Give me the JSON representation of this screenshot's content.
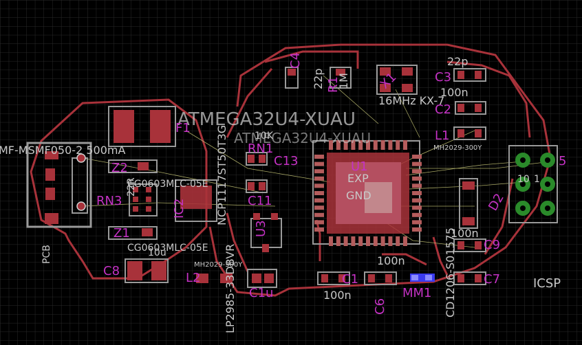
{
  "labels": {
    "mcu_name": "ATMEGA32U4-XUAU",
    "mcu_value": "ATMEGA32U4-XUAU",
    "u1": "U1",
    "exp": "EXP",
    "gnd": "GND",
    "x1": "X1",
    "crystal": "16MHz KX-7",
    "c4": "C4",
    "c4_val": "22p",
    "r1": "R1",
    "r1_val": "1M",
    "c3": "C3",
    "c3_val": "22p",
    "c2": "C2",
    "c2_val": "100n",
    "l1": "L1",
    "l1_val": "MH2029-300Y",
    "f1": "F1",
    "fuse_val": "MF-MSMF050-2 500mA",
    "z2": "Z2",
    "z2_val": "CG0603MLC-05E",
    "rn1": "RN1",
    "rn1_val": "10K",
    "c13": "C13",
    "c11": "C11",
    "rn3": "RN3",
    "rn3_val": "22R",
    "ic2": "IC2",
    "ic2_val": "NCP1117ST50T3G",
    "z1": "Z1",
    "z1_val": "CG0603MLC-05E",
    "u3": "U3",
    "u3_val": "LP2985-33DBVR",
    "c8": "C8",
    "c8_val": "10u",
    "l2": "L2",
    "l2_val": "MH2029-300Y",
    "c1u": "C1u",
    "c1": "C1",
    "c1_val": "100n",
    "c6": "C6",
    "c6_val": "100n",
    "c9": "C9",
    "c9_val": "100n",
    "c7": "C7",
    "d2": "D2",
    "d2_val": "CD1206-S01575",
    "mm1": "MM1",
    "icsp": "ICSP",
    "icsp_val": "10",
    "pcb": "PCB",
    "icsp_pin5": "5",
    "icsp_pin1": "1"
  },
  "colors": {
    "background": "#000000",
    "grid": "#2a2a2a",
    "trace": "#a8323a",
    "pad": "#b45c5c",
    "silk": "#9a9a9a",
    "name": "#c532c5",
    "value": "#c8c8c8",
    "via": "#2a8a2a",
    "blue": "#3a3af0"
  }
}
